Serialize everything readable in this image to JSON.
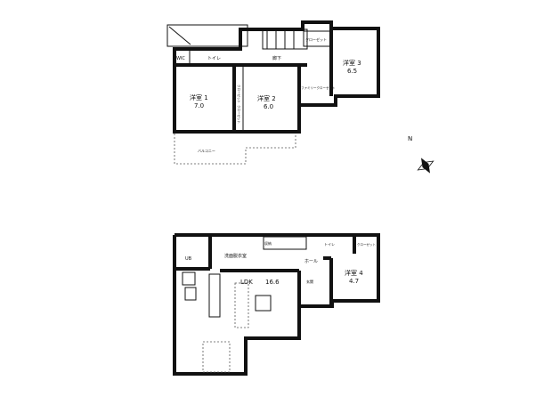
{
  "floor2": {
    "rooms": [
      {
        "name": "洋室 1",
        "size": "7.0"
      },
      {
        "name": "洋室 2",
        "size": "6.0"
      },
      {
        "name": "洋室 3",
        "size": "6.5"
      }
    ],
    "labels": {
      "wic": "WIC",
      "toilet": "トイレ",
      "hall": "廊下",
      "closet3": "クローゼット",
      "family_closet": "ファミリークローゼット",
      "closet2": "クローゼット",
      "closet1": "クローゼット",
      "balcony": "バルコニー"
    }
  },
  "floor1": {
    "rooms": [
      {
        "name": "LDK",
        "size": "16.6"
      },
      {
        "name": "洋室 4",
        "size": "4.7"
      }
    ],
    "labels": {
      "ub": "UB",
      "washroom": "洗面脱衣室",
      "storage": "収納",
      "hall": "ホール",
      "toilet": "トイレ",
      "closet4": "クローゼット",
      "entrance": "玄関"
    }
  },
  "compass": {
    "label": "N"
  }
}
